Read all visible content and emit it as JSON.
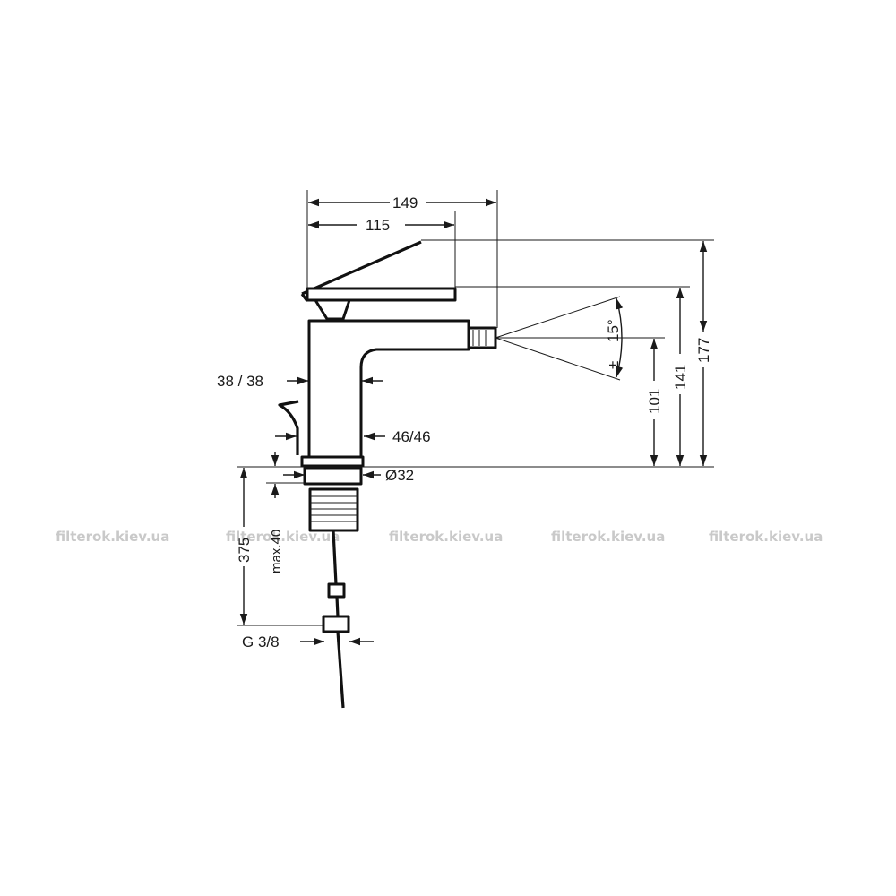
{
  "dimensions": {
    "width_overall": "149",
    "spout_reach": "115",
    "height_overall": "177",
    "height_lever": "141",
    "height_spout": "101",
    "spray_angle": "15°",
    "spray_angle_prefix": "±",
    "body_section_upper": "38 / 38",
    "body_section_lower": "46/46",
    "thread_diameter": "Ø32",
    "thread_length": "375",
    "max_thickness": "max.40",
    "connection": "G 3/8"
  },
  "watermarks": [
    "filterok.kiev.ua",
    "filterok.kiev.ua",
    "filterok.kiev.ua",
    "filterok.kiev.ua",
    "filterok.kiev.ua"
  ],
  "colors": {
    "line": "#1a1a1a",
    "background": "#ffffff",
    "watermark": "#c9c9c9"
  }
}
